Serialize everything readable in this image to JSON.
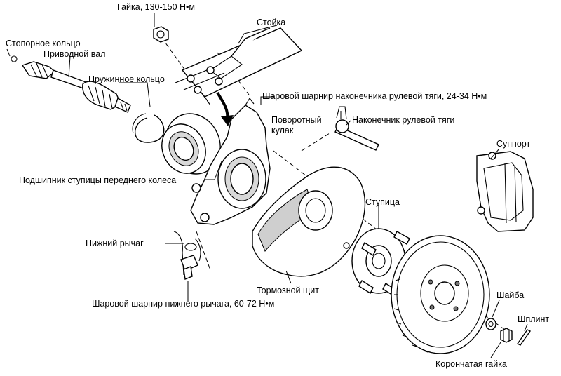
{
  "labels": {
    "nut": "Гайка, 130-150 Н•м",
    "strut": "Стойка",
    "snap_ring": "Стопорное кольцо",
    "drive_shaft": "Приводной вал",
    "spring_ring": "Пружинное кольцо",
    "tie_rod_ball_joint": "Шаровой шарнир наконечника рулевой тяги, 24-34 Н•м",
    "knuckle_line1": "Поворотный",
    "knuckle_line2": "кулак",
    "tie_rod_end": "Наконечник рулевой тяги",
    "caliper": "Суппорт",
    "hub_bearing": "Подшипник ступицы переднего колеса",
    "hub": "Ступица",
    "lower_arm": "Нижний рычаг",
    "brake_shield": "Тормозной щит",
    "lower_arm_ball_joint": "Шаровой шарнир нижнего рычага, 60-72 Н•м",
    "washer": "Шайба",
    "cotter_pin": "Шплинт",
    "castle_nut": "Корончатая гайка"
  }
}
